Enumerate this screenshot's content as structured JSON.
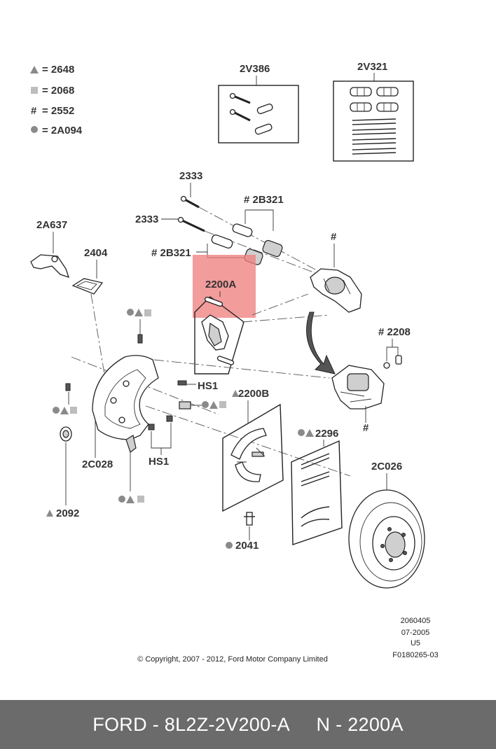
{
  "colors": {
    "highlight": "#f08080",
    "footer_bg": "#6b6b6b",
    "symbol_gray": "#8a8a8a",
    "label": "#333333"
  },
  "legend": [
    {
      "symbol": "triangle",
      "text": "= 2648"
    },
    {
      "symbol": "square",
      "text": "= 2068"
    },
    {
      "symbol": "#",
      "text": "= 2552"
    },
    {
      "symbol": "circle",
      "text": "= 2A094"
    }
  ],
  "labels": {
    "kit_2v386": "2V386",
    "kit_2v321": "2V321",
    "bolt_2333_top": "2333",
    "bolt_2333_mid": "2333",
    "bushing_2b321_top": "# 2B321",
    "bushing_2b321_left": "# 2B321",
    "bracket_2a637": "2A637",
    "bracket_2404": "2404",
    "pad_2200a": "2200A",
    "caliper_hash_top": "#",
    "caliper_hash_bottom": "#",
    "bleeder_2208": "# 2208",
    "bolt_hs1_right": "HS1",
    "bolt_hs1_bottom": "HS1",
    "shoe_2200b": "2200B",
    "spring_2296": "2296",
    "shield_2c028": "2C028",
    "rotor_2c026": "2C026",
    "cover_2092": "2092",
    "pin_2041": "2041"
  },
  "meta": {
    "doc_number": "2060405",
    "doc_date": "07-2005",
    "doc_rev": "U5",
    "doc_ref": "F0180265-03",
    "copyright": "© Copyright, 2007 - 2012, Ford Motor Company Limited"
  },
  "footer": {
    "text": "FORD - 8L2Z-2V200-A     N - 2200A"
  }
}
